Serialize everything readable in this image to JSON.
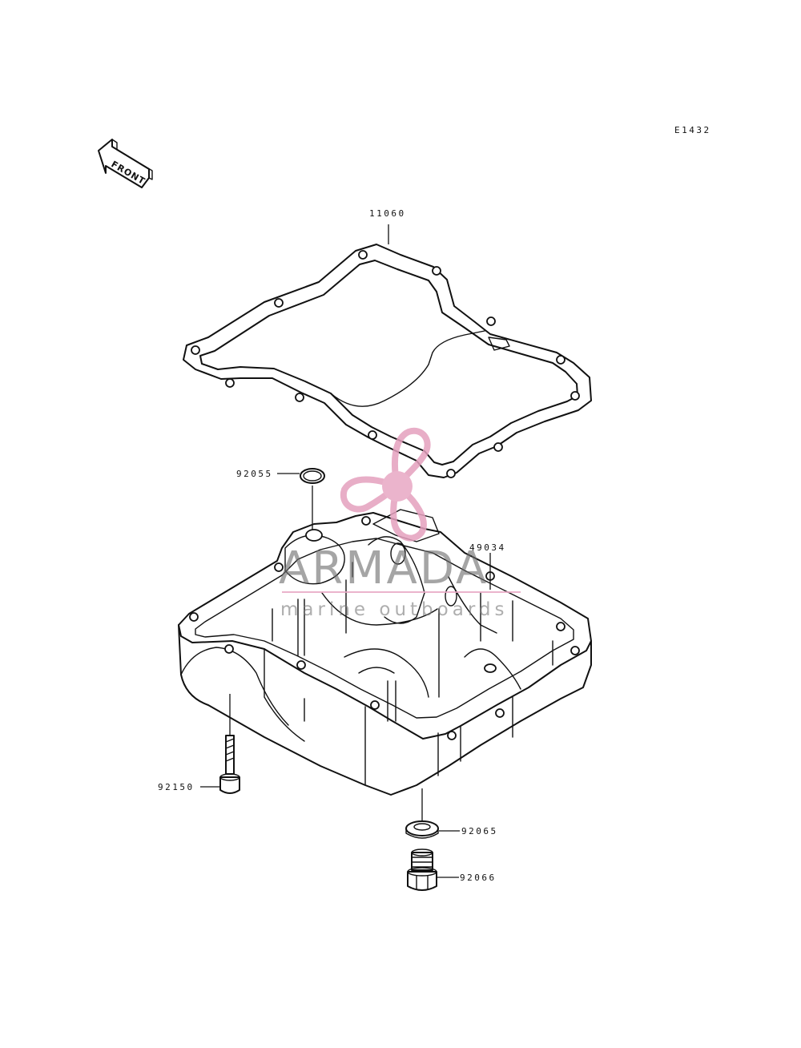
{
  "diagram_code": "E1432",
  "front_label": "FRONT",
  "parts": {
    "gasket": "11060",
    "o_ring": "92055",
    "oil_pan": "49034",
    "bolt": "92150",
    "washer": "92065",
    "drain_plug": "92066"
  },
  "watermark": {
    "brand": "ARMADA",
    "tagline": "marine outboards",
    "brand_color": "#e8a8c4"
  }
}
